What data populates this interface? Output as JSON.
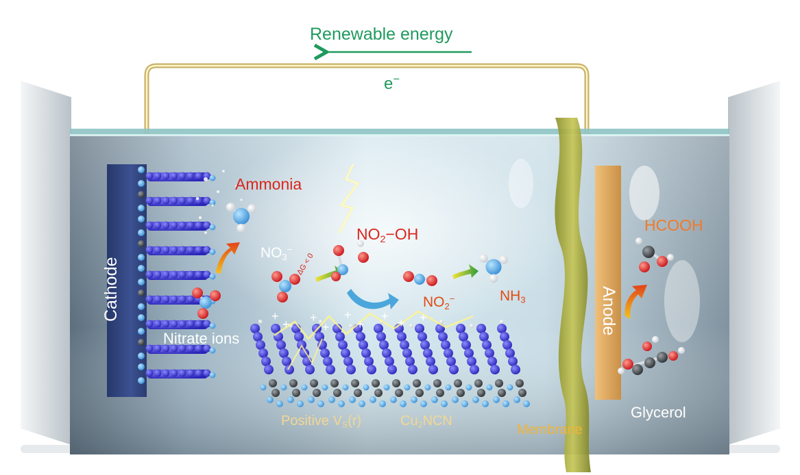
{
  "header": {
    "title": "Renewable energy",
    "electron_symbol": "e",
    "electron_charge": "−"
  },
  "electrodes": {
    "cathode": "Cathode",
    "anode": "Anode"
  },
  "species": {
    "ammonia": "Ammonia",
    "no2_oh_a": "NO",
    "no2_oh_sub": "2",
    "no2_oh_b": "−OH",
    "no3_a": "NO",
    "no3_sub": "3",
    "no3_sup": "−",
    "delta_g": "ΔG < 0",
    "no2_a": "NO",
    "no2_sub": "2",
    "no2_sup": "−",
    "nh3_a": "NH",
    "nh3_sub": "3",
    "hcooh": "HCOOH",
    "nitrate_ions": "Nitrate ions",
    "glycerol": "Glycerol"
  },
  "catalyst": {
    "vs_a": "Positive V",
    "vs_sub": "S",
    "vs_b": "(r)",
    "cu_a": "Cu",
    "cu_sub": "2",
    "cu_b": "NCN"
  },
  "membrane": "Membrane",
  "colors": {
    "energy_green": "#1f9a5e",
    "product_red": "#d9261c",
    "intermediate_orange": "#e24a12",
    "anode_product_orange": "#f07a2a",
    "membrane_gold": "#f0b43a",
    "cathode_blue": "#34467e",
    "anode_tan": "#e8b26a"
  }
}
